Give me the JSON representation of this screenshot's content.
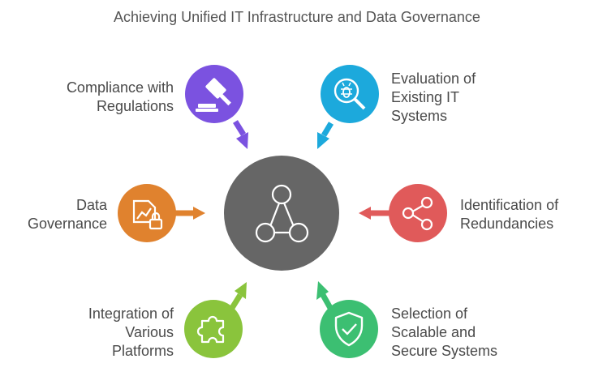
{
  "title": "Achieving Unified IT Infrastructure and Data Governance",
  "colors": {
    "center": "#666666",
    "compliance": "#7b52e0",
    "evaluation": "#1ca9dc",
    "governance": "#e0822e",
    "redundancies": "#e05a5a",
    "integration": "#8ac43c",
    "selection": "#3cbf72"
  },
  "nodes": {
    "center": {
      "icon": "network-triangle-icon"
    },
    "compliance": {
      "lines": [
        "Compliance with",
        "Regulations"
      ],
      "icon": "gavel-icon"
    },
    "evaluation": {
      "lines": [
        "Evaluation of",
        "Existing IT",
        "Systems"
      ],
      "icon": "bug-magnifier-icon"
    },
    "governance": {
      "lines": [
        "Data",
        "Governance"
      ],
      "icon": "locked-chart-icon"
    },
    "redundancies": {
      "lines": [
        "Identification of",
        "Redundancies"
      ],
      "icon": "share-icon"
    },
    "integration": {
      "lines": [
        "Integration of",
        "Various",
        "Platforms"
      ],
      "icon": "puzzle-icon"
    },
    "selection": {
      "lines": [
        "Selection of",
        "Scalable and",
        "Secure Systems"
      ],
      "icon": "shield-check-icon"
    }
  }
}
